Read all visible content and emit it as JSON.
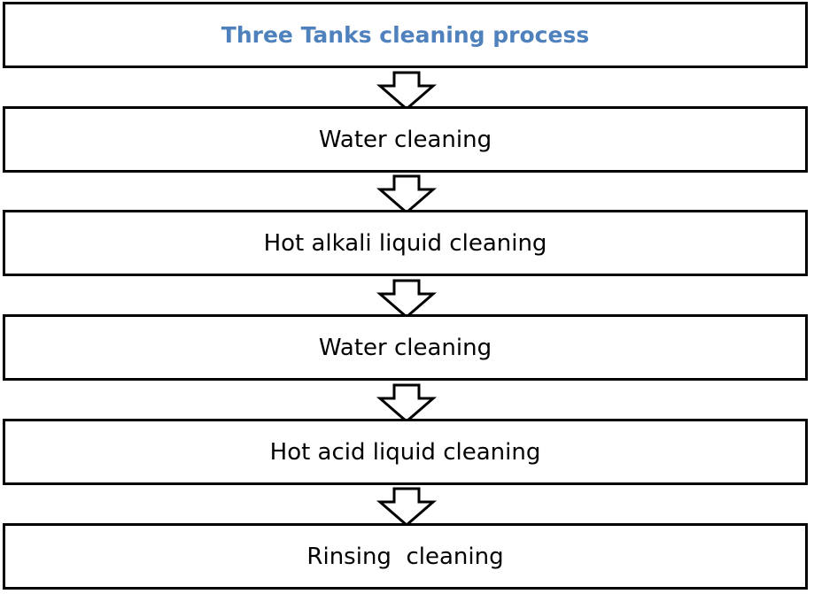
{
  "diagram": {
    "title": "Three Tanks cleaning process",
    "steps": [
      "Water cleaning",
      "Hot alkali liquid cleaning",
      "Water cleaning",
      "Hot acid liquid cleaning",
      "Rinsing  cleaning"
    ]
  },
  "colors": {
    "title_text": "#4f81bd",
    "border": "#000000",
    "fill": "#ffffff"
  },
  "icons": {
    "connector": "down-arrow-icon"
  }
}
